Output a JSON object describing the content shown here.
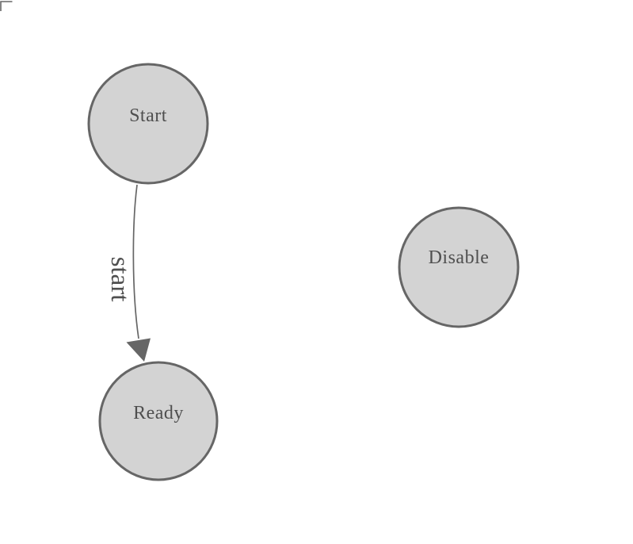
{
  "diagram": {
    "kind": "state-machine-graph",
    "background": "#ffffff",
    "colors": {
      "node_fill": "#d3d3d3",
      "node_border": "#666666",
      "edge_line": "#666666",
      "arrowhead": "#666666",
      "node_text": "#4f4f4f",
      "edge_text": "#4f4f4f",
      "corner_mark": "#666666"
    },
    "nodes": [
      {
        "label": "Start"
      },
      {
        "label": "Ready"
      },
      {
        "label": "Disable"
      }
    ],
    "edges": [
      {
        "from": "Start",
        "to": "Ready",
        "label": "start"
      }
    ]
  }
}
